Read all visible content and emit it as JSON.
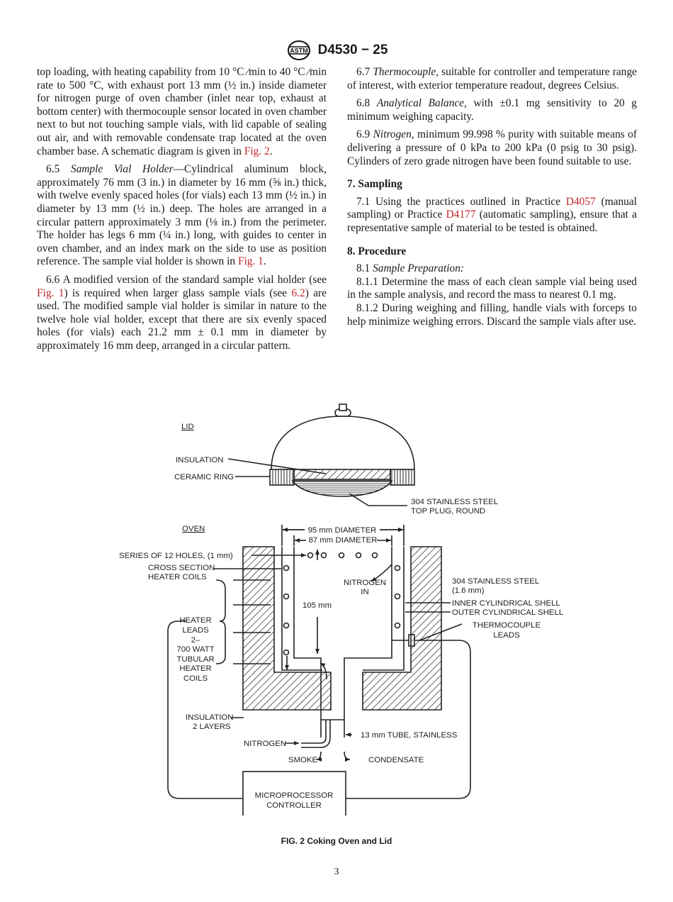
{
  "header": {
    "doc_id": "D4530 − 25",
    "logo_icon": "astm-logo-icon",
    "logo_text": "ASTM"
  },
  "left_column": {
    "p1": "top loading, with heating capability from 10 °C ⁄min to 40 °C ⁄min rate to 500 °C, with exhaust port 13 mm (½ in.) inside diameter for nitrogen purge of oven chamber (inlet near top, exhaust at bottom center) with thermocouple sensor located in oven chamber next to but not touching sample vials, with lid capable of sealing out air, and with removable condensate trap located at the oven chamber base. A schematic diagram is given in",
    "p1_ref": "Fig. 2",
    "p1_end": ".",
    "s65_num": "6.5",
    "s65_title": "Sample Vial Holder",
    "s65_body": "—Cylindrical aluminum block, approximately 76 mm (3 in.) in diameter by 16 mm (⅝ in.) thick, with twelve evenly spaced holes (for vials) each 13 mm (½ in.) in diameter by 13 mm (½ in.) deep. The holes are arranged in a circular pattern approximately 3 mm (⅛ in.) from the perimeter. The holder has legs 6 mm (¼ in.) long, with guides to center in oven chamber, and an index mark on the side to use as position reference. The sample vial holder is shown in",
    "s65_ref": "Fig. 1",
    "s65_end": ".",
    "s66_a": "6.6 A modified version of the standard sample vial holder (see",
    "s66_ref1": "Fig. 1",
    "s66_b": ") is required when larger glass sample vials (see",
    "s66_ref2": "6.2",
    "s66_c": ") are used. The modified sample vial holder is similar in nature to the twelve hole vial holder, except that there are six evenly spaced holes (for vials) each 21.2 mm ± 0.1 mm in diameter by approximately 16 mm deep, arranged in a circular pattern."
  },
  "right_column": {
    "s67_num": "6.7",
    "s67_title": "Thermocouple,",
    "s67_body": "suitable for controller and temperature range of interest, with exterior temperature readout, degrees Celsius.",
    "s68_num": "6.8",
    "s68_title": "Analytical Balance,",
    "s68_body": "with ±0.1 mg sensitivity to 20 g minimum weighing capacity.",
    "s69_num": "6.9",
    "s69_title": "Nitrogen,",
    "s69_body": "minimum 99.998 % purity with suitable means of delivering a pressure of 0 kPa to 200 kPa (0 psig to 30 psig). Cylinders of zero grade nitrogen have been found suitable to use.",
    "h7": "7. Sampling",
    "s71_a": "7.1 Using the practices outlined in Practice",
    "s71_ref1": "D4057",
    "s71_b": "(manual sampling) or Practice",
    "s71_ref2": "D4177",
    "s71_c": "(automatic sampling), ensure that a representative sample of material to be tested is obtained.",
    "h8": "8. Procedure",
    "s81_num": "8.1",
    "s81_title": "Sample Preparation:",
    "s811": "8.1.1 Determine the mass of each clean sample vial being used in the sample analysis, and record the mass to nearest 0.1 mg.",
    "s812": "8.1.2 During weighing and filling, handle vials with forceps to help minimize weighing errors. Discard the sample vials after use."
  },
  "figure": {
    "labels": {
      "lid": "LID",
      "insulation": "INSULATION",
      "ceramic_ring": "CERAMIC RING",
      "top_plug_1": "304 STAINLESS STEEL",
      "top_plug_2": "TOP PLUG, ROUND",
      "oven": "OVEN",
      "dia95": "95 mm DIAMETER",
      "dia87": "87 mm DIAMETER",
      "holes": "SERIES OF 12 HOLES, (1 mm)",
      "cross_1": "CROSS SECTION",
      "cross_2": "HEATER COILS",
      "nitrogen_in_1": "NITROGEN",
      "nitrogen_in_2": "IN",
      "height": "105 mm",
      "steel_1": "304 STAINLESS STEEL",
      "steel_2": "(1.6 mm)",
      "inner_shell": "INNER CYLINDRICAL SHELL",
      "outer_shell": "OUTER CYLINDRICAL SHELL",
      "tc_1": "THERMOCOUPLE",
      "tc_2": "LEADS",
      "heater_leads": [
        "HEATER",
        "LEADS",
        "2–",
        "700 WATT",
        "TUBULAR",
        "HEATER",
        "COILS"
      ],
      "insul2_1": "INSULATION",
      "insul2_2": "2 LAYERS",
      "tube": "13 mm TUBE, STAINLESS",
      "nitrogen": "NITROGEN",
      "smoke": "SMOKE",
      "condensate": "CONDENSATE",
      "controller_1": "MICROPROCESSOR",
      "controller_2": "CONTROLLER"
    },
    "caption": "FIG. 2 Coking Oven and Lid"
  },
  "page_number": "3"
}
